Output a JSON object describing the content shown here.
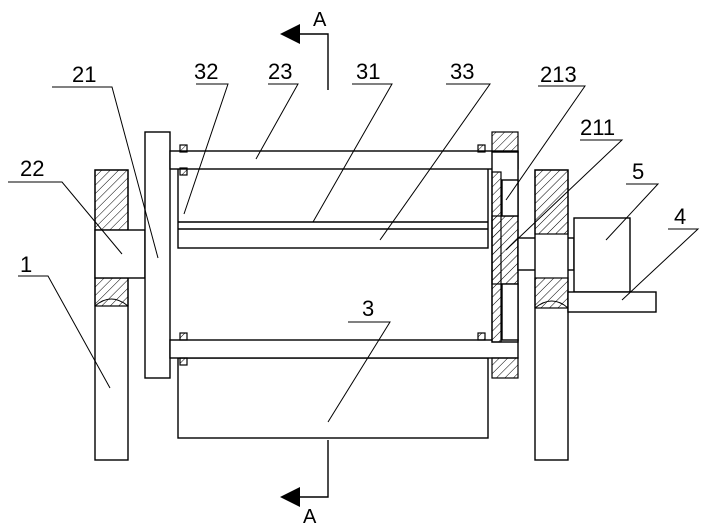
{
  "section": {
    "label_top": "A",
    "label_bottom": "A"
  },
  "labels": {
    "l1": "1",
    "l21": "21",
    "l22": "22",
    "l23": "23",
    "l31": "31",
    "l32": "32",
    "l33": "33",
    "l213": "213",
    "l211": "211",
    "l3": "3",
    "l4": "4",
    "l5": "5"
  }
}
